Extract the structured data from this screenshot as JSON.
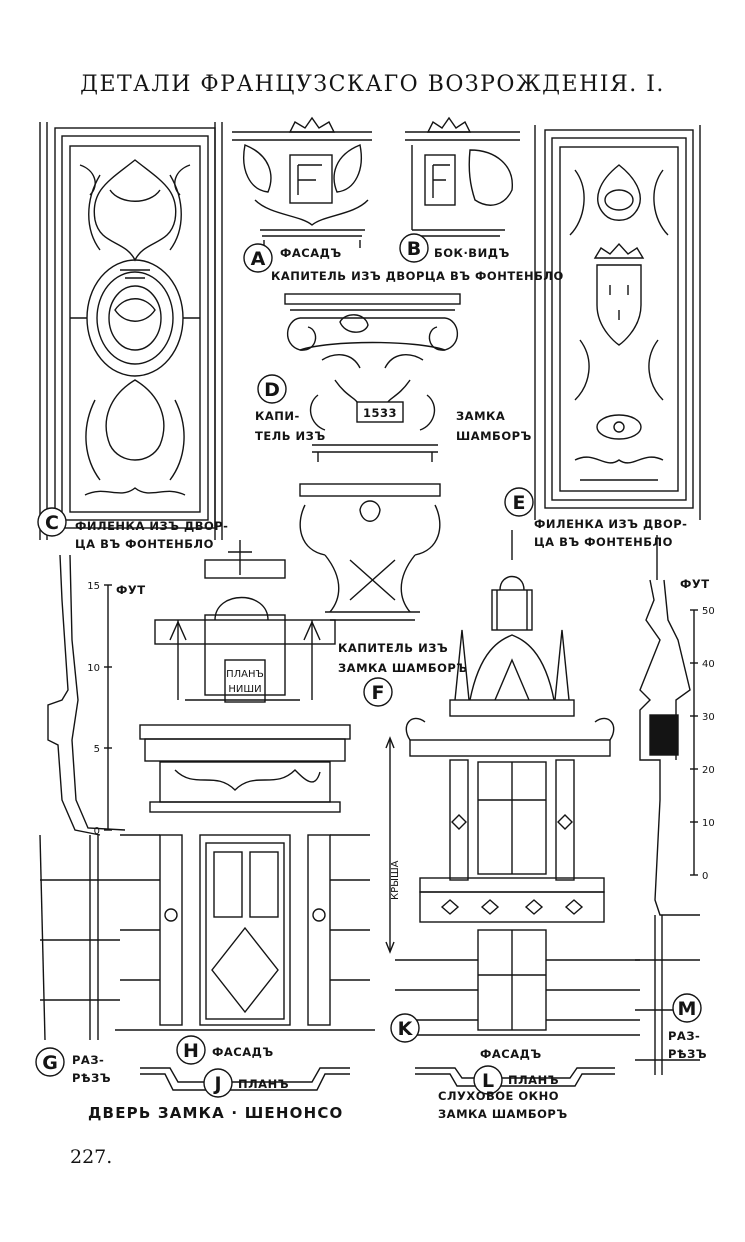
{
  "title": "ДЕТАЛИ ФРАНЦУЗСКАГО ВОЗРОЖДЕНІЯ. I.",
  "page_number": "227.",
  "labels": {
    "a": "A",
    "b": "B",
    "c": "C",
    "d": "D",
    "e": "E",
    "f": "F",
    "g": "G",
    "h": "H",
    "j": "J",
    "k": "K",
    "l": "L",
    "m": "M"
  },
  "captions": {
    "a_facade": "ФАСАДЪ",
    "b_side_view": "БОК·ВИДЪ",
    "capital_fontainebleau": "КАПИТЕЛЬ ИЗЪ ДВОРЦА ВЪ ФОНТЕНБЛО",
    "d_capital_line1": "КАПИ-",
    "d_capital_line2": "ТЕЛЬ ИЗЪ",
    "d_chambord_line1": "ЗАМКА",
    "d_chambord_line2": "ШАМБОРЪ",
    "d_date": "1533",
    "c_panel_line1": "ФИЛЕНКА ИЗЪ ДВОР-",
    "c_panel_line2": "ЦА ВЪ ФОНТЕНБЛО",
    "e_panel_line1": "ФИЛЕНКА ИЗЪ ДВОР-",
    "e_panel_line2": "ЦА ВЪ ФОНТЕНБЛО",
    "f_capital_line1": "КАПИТЕЛЬ ИЗЪ",
    "f_capital_line2": "ЗАМКА ШАМБОРЪ",
    "niche_line1": "ПЛАНЪ",
    "niche_line2": "НИШИ",
    "h_facade": "ФАСАДЪ",
    "j_plan": "ПЛАНЪ",
    "door_title": "ДВЕРЬ ЗАМКА · ШЕНОНСО",
    "g_section_line1": "РАЗ-",
    "g_section_line2": "РѢЗЪ",
    "roof": "КРЫША",
    "k_facade": "ФАСАДЪ",
    "l_plan": "ПЛАНЪ",
    "window_title_line1": "СЛУХОВОЕ ОКНО",
    "window_title_line2": "ЗАМКА ШАМБОРЪ",
    "m_section_line1": "РАЗ-",
    "m_section_line2": "РѢЗЪ"
  },
  "scales": {
    "left": {
      "unit": "ФУТ",
      "ticks": [
        "15",
        "10",
        "5",
        "0"
      ]
    },
    "right": {
      "unit": "ФУТ",
      "ticks": [
        "50",
        "40",
        "30",
        "20",
        "10",
        "0"
      ]
    }
  }
}
